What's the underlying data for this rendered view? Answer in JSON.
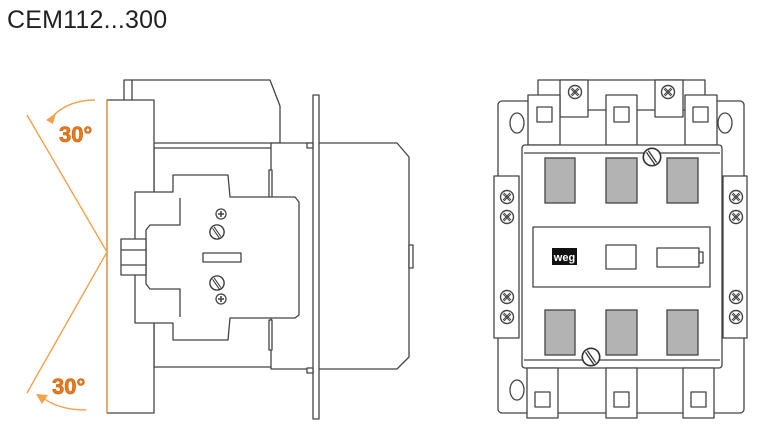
{
  "title": "CEM112...300",
  "side_view": {
    "tilt_angle_top": "30°",
    "tilt_angle_bottom": "30°"
  },
  "front_view": {
    "logo_text": "weg"
  },
  "colors": {
    "accent_orange": "#e8791c",
    "line": "#444444",
    "window_grey": "#b3b3b3"
  }
}
